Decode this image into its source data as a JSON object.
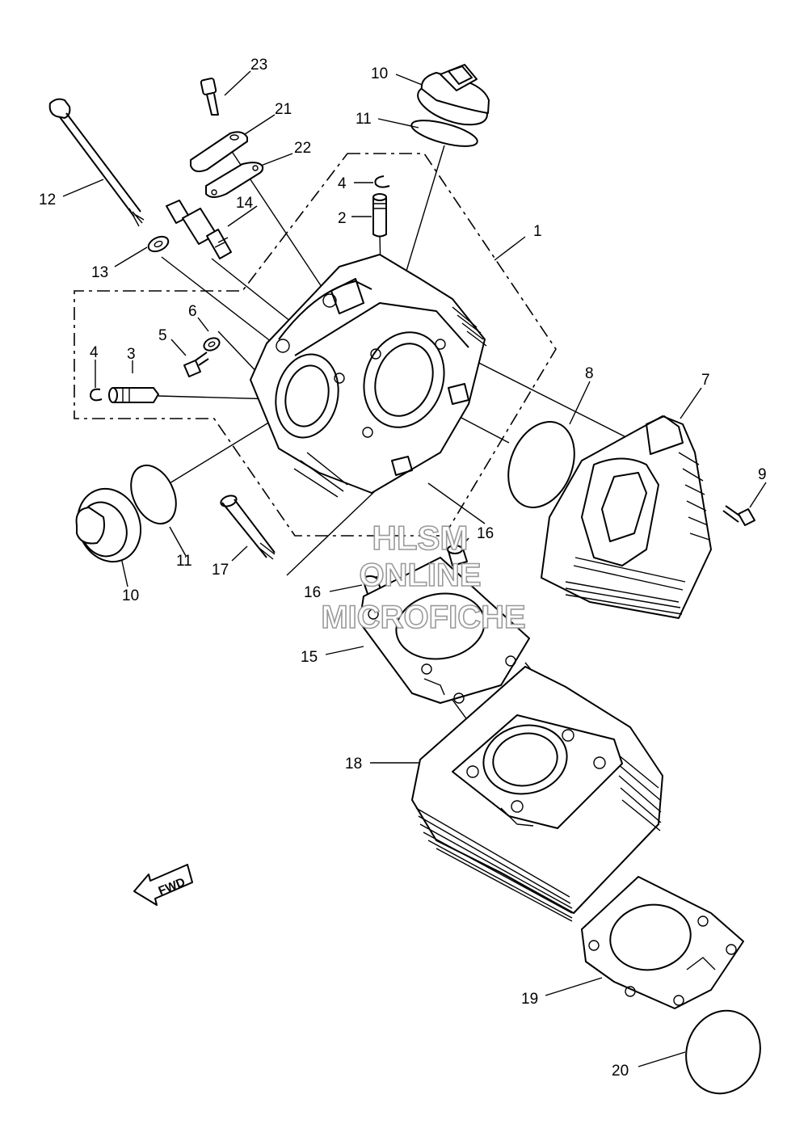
{
  "callouts": {
    "c1": "1",
    "c2": "2",
    "c3": "3",
    "c4a": "4",
    "c4b": "4",
    "c5": "5",
    "c6": "6",
    "c7": "7",
    "c8": "8",
    "c9": "9",
    "c10a": "10",
    "c10b": "10",
    "c11a": "11",
    "c11b": "11",
    "c12": "12",
    "c13": "13",
    "c14": "14",
    "c15": "15",
    "c16a": "16",
    "c16b": "16",
    "c17": "17",
    "c18": "18",
    "c19": "19",
    "c20": "20",
    "c21": "21",
    "c22": "22",
    "c23": "23"
  },
  "fwd_label": "FWD",
  "watermark": {
    "line1": "HLSM",
    "line2": "ONLINE",
    "line3": "MICROFICHE"
  }
}
